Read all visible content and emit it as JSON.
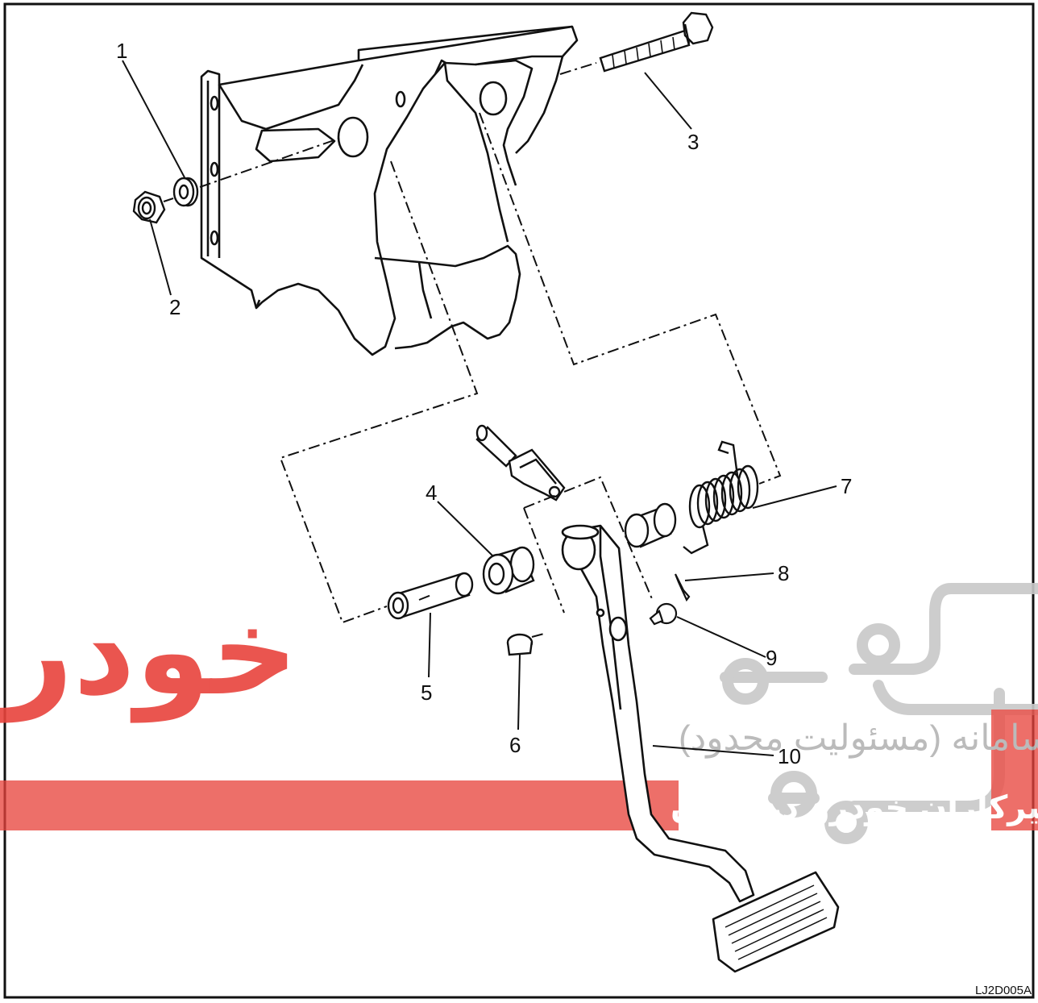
{
  "diagram": {
    "reference_code": "LJ2D005A",
    "callouts": [
      "1",
      "2",
      "3",
      "4",
      "5",
      "6",
      "7",
      "8",
      "9",
      "10"
    ]
  },
  "watermark": {
    "brand": "خودرو دیجیتال",
    "line1": "شرکت دیجیتال خودرو سامانه (مسئولیت محدود)",
    "line2": "اولین سامانه دیجیتال تعمیرکاران خودرو در ایران",
    "colors": {
      "red": "#e8433c",
      "gray": "#b4b4b4"
    }
  }
}
